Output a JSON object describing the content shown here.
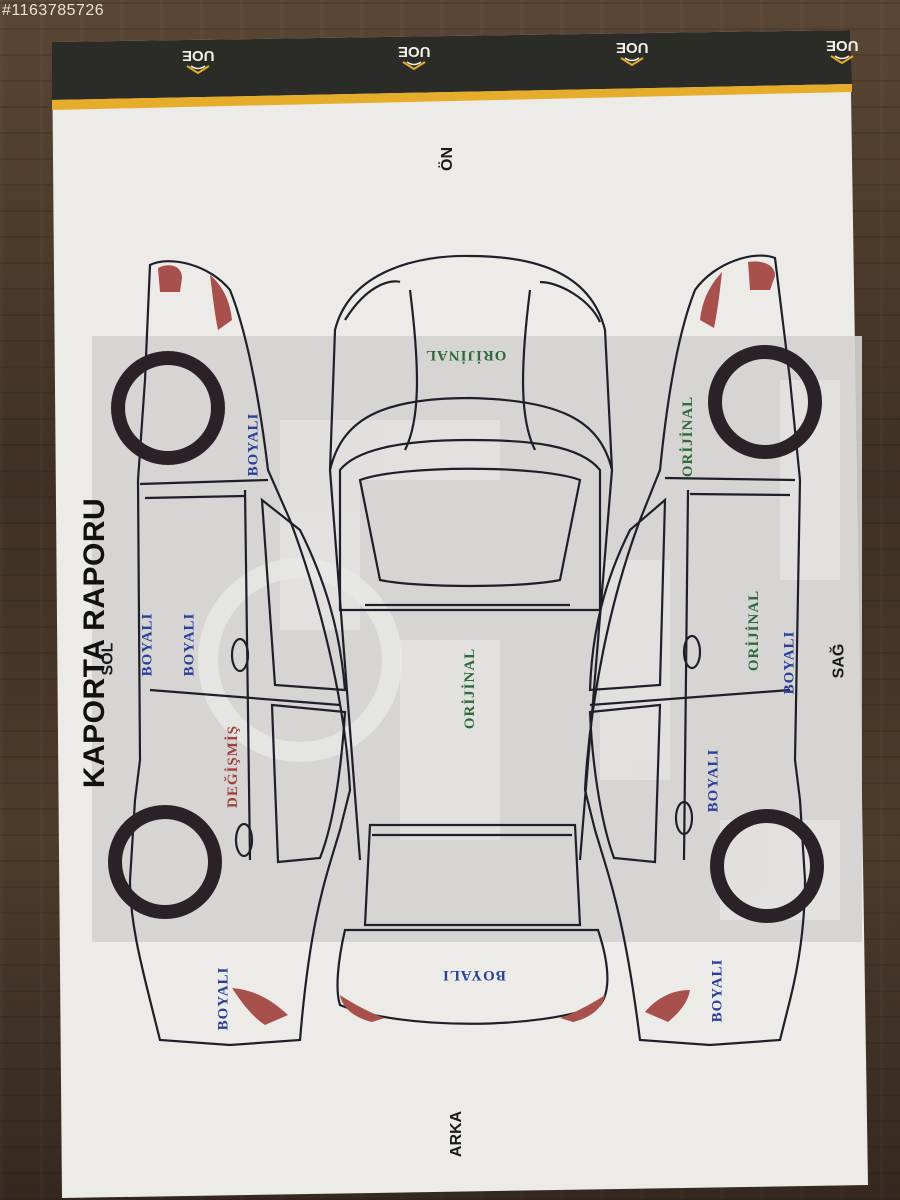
{
  "photo_watermark": "#1163785726",
  "header": {
    "logos": [
      "UOE",
      "UOE",
      "UOE",
      "UOE"
    ],
    "colors": {
      "band": "#2b2b27",
      "stripe": "#e6ad2b"
    }
  },
  "report": {
    "title": "KAPORTA RAPORU",
    "directions": {
      "front": "ÖN",
      "back": "ARKA",
      "left": "SOL",
      "right": "SAĞ"
    }
  },
  "parts": {
    "hood": "ORİJİNAL",
    "roof": "ORİJİNAL",
    "trunk": "BOYALI",
    "left_front_fender": "BOYALI",
    "left_front_door": "BOYALI",
    "left_front_door_b": "BOYALI",
    "left_rear_door": "DEĞİŞMİŞ",
    "left_rear_fender": "BOYALI",
    "right_front_fender": "ORİJİNAL",
    "right_front_door": "ORİJİNAL",
    "right_front_door_b": "BOYALI",
    "right_rear_door": "BOYALI",
    "right_rear_fender": "BOYALI"
  },
  "status_colors": {
    "BOYALI": "#2a3f98",
    "ORİJİNAL": "#2d6b3a",
    "DEĞİŞMİŞ": "#a0433f"
  }
}
